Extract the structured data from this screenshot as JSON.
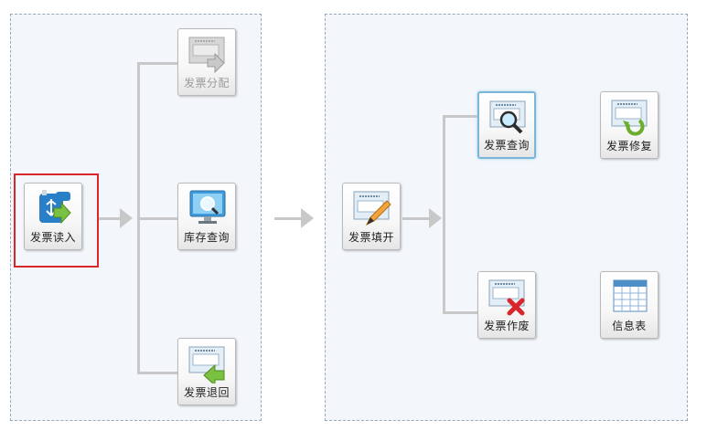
{
  "tiles": {
    "invoice_read": {
      "label": "发票读入",
      "icon": "usb-import-icon",
      "selected": true
    },
    "invoice_assign": {
      "label": "发票分配",
      "icon": "invoice-distribute-icon",
      "disabled": true
    },
    "stock_query": {
      "label": "库存查询",
      "icon": "monitor-search-icon"
    },
    "invoice_return": {
      "label": "发票退回",
      "icon": "invoice-return-icon"
    },
    "invoice_issue": {
      "label": "发票填开",
      "icon": "invoice-write-icon"
    },
    "invoice_query": {
      "label": "发票查询",
      "icon": "invoice-search-icon"
    },
    "invoice_repair": {
      "label": "发票修复",
      "icon": "invoice-repair-icon"
    },
    "invoice_void": {
      "label": "发票作废",
      "icon": "invoice-void-icon"
    },
    "info_table": {
      "label": "信息表",
      "icon": "table-icon"
    }
  },
  "colors": {
    "panel_bg": "#f3f7fb",
    "connector": "#c8c8c8",
    "selection_red": "#d9262a",
    "selected_tile_border": "#79b6d8"
  }
}
